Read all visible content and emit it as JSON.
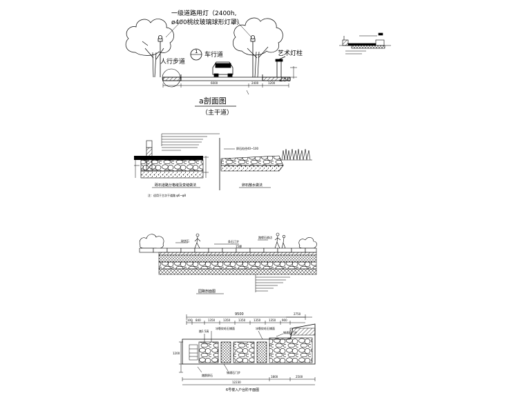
{
  "section_a": {
    "lamp_note_line1": "一级道路用灯（2400h,",
    "lamp_note_line2": "ø400桃纹玻璃球形灯罩）",
    "sidewalk_label": "人行步道",
    "roadway_label": "车行道",
    "callout_number": "1",
    "art_pillar_label": "艺术灯柱",
    "elevation_mark": "250",
    "title": "a剖面图",
    "subtitle": "（主干道）",
    "dim_6000": "6000",
    "dim_2400": "2400",
    "dim_1200": "1200"
  },
  "detail_left": {
    "caption": "砾石道路分格缝及变缝做法",
    "sub_caption": "注：适用于主次干道路 φ6~φ8"
  },
  "detail_right": {
    "caption": "卵石散水做法",
    "note": "卵石粒径40~100"
  },
  "park_section": {
    "caption": "园路剖面图",
    "label_paving": "碎拼石",
    "label_edge": "路缘石收边",
    "label_step": "条石汀步",
    "label_edge_dim": "15厚"
  },
  "plan": {
    "caption": "6号楼入户台阶平面图",
    "dim_total": "9500",
    "dim_right": "2750",
    "dims_top": [
      "100",
      "840",
      "1350",
      "1350",
      "1350",
      "1350",
      "1350",
      "900"
    ],
    "label_step": "踏1.5高",
    "label_a": "冰裂纹毛石铺面",
    "label_b": "冰裂纹毛石铺面",
    "label_c": "铺通石门步",
    "label_d": "踏鹅卵石",
    "label_e": "铺通石门步",
    "dim_bottom_total": "12230",
    "dim_bottom_a": "1800",
    "dim_bottom_b": "2500",
    "dim_side": "1200"
  }
}
